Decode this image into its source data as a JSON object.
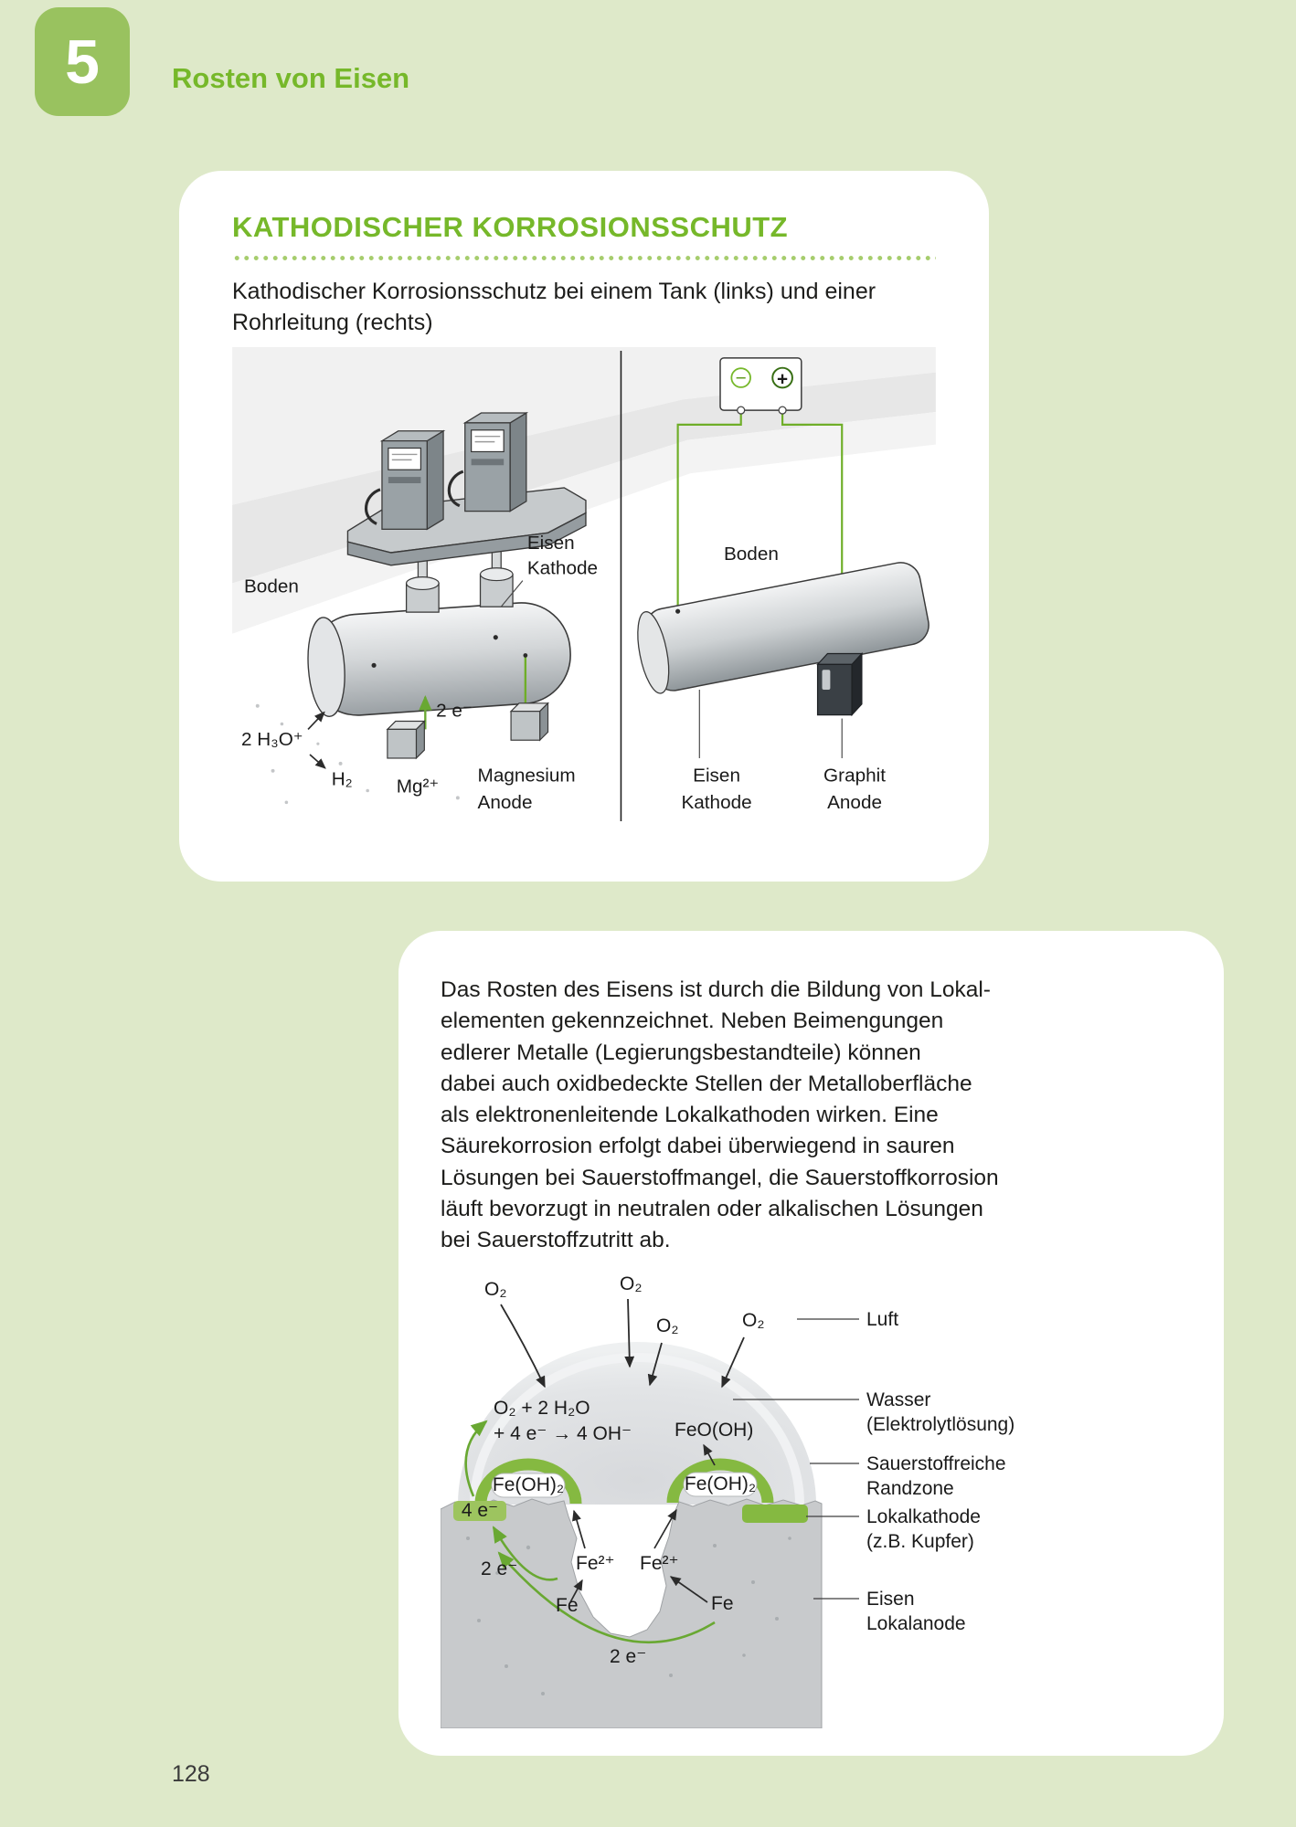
{
  "page": {
    "chapter_number": "5",
    "chapter_title": "Rosten von Eisen",
    "page_number": "128"
  },
  "colors": {
    "background": "#dee9c9",
    "badge_green": "#99c25f",
    "accent_green": "#76b82a",
    "diagram_green": "#6fae28"
  },
  "card1": {
    "title": "KATHODISCHER KORROSIONSSCHUTZ",
    "caption_lines": [
      "Kathodischer Korrosionsschutz bei einem Tank (links) und einer",
      "Rohrleitung (rechts)"
    ],
    "diagram": {
      "boden_left": "Boden",
      "eisen_kathode_line1": "Eisen",
      "eisen_kathode_line2": "Kathode",
      "h3o": "2 H₃O⁺",
      "h2": "H₂",
      "e2": "2 e⁻",
      "mg": "Mg²⁺",
      "magnesium_line1": "Magnesium",
      "magnesium_line2": "Anode",
      "boden_right": "Boden",
      "minus": "−",
      "plus": "+",
      "eisen_right_line1": "Eisen",
      "eisen_right_line2": "Kathode",
      "graphit_line1": "Graphit",
      "graphit_line2": "Anode"
    }
  },
  "card2": {
    "paragraph_lines": [
      "Das Rosten des Eisens ist durch die Bildung von Lokal-",
      "elementen gekennzeichnet. Neben Beimengungen",
      "edlerer Metalle (Legierungsbestandteile) können",
      "dabei auch oxidbedeckte Stellen der Metalloberfläche",
      "als elektronenleitende Lokalkathoden wirken. Eine",
      "Säurekorrosion erfolgt dabei überwiegend in sauren",
      "Lösungen bei Sauerstoffmangel, die Sauerstoffkorrosion",
      "läuft bevorzugt in neutralen oder alkalischen Lösungen",
      "bei Sauerstoffzutritt ab."
    ],
    "diagram": {
      "o2": "O₂",
      "reaction_line1": "O₂ + 2 H₂O",
      "reaction_line2": "+ 4 e⁻ → 4 OH⁻",
      "feooh": "FeO(OH)",
      "feoh2": "Fe(OH)₂",
      "e4": "4 e⁻",
      "e2": "2 e⁻",
      "fe2": "Fe²⁺",
      "fe": "Fe",
      "luft": "Luft",
      "wasser_line1": "Wasser",
      "wasser_line2": "(Elektrolytlösung)",
      "randzone_line1": "Sauerstoffreiche",
      "randzone_line2": "Randzone",
      "lokalkathode_line1": "Lokalkathode",
      "lokalkathode_line2": "(z.B. Kupfer)",
      "lokalanode_line1": "Eisen",
      "lokalanode_line2": "Lokalanode"
    }
  }
}
